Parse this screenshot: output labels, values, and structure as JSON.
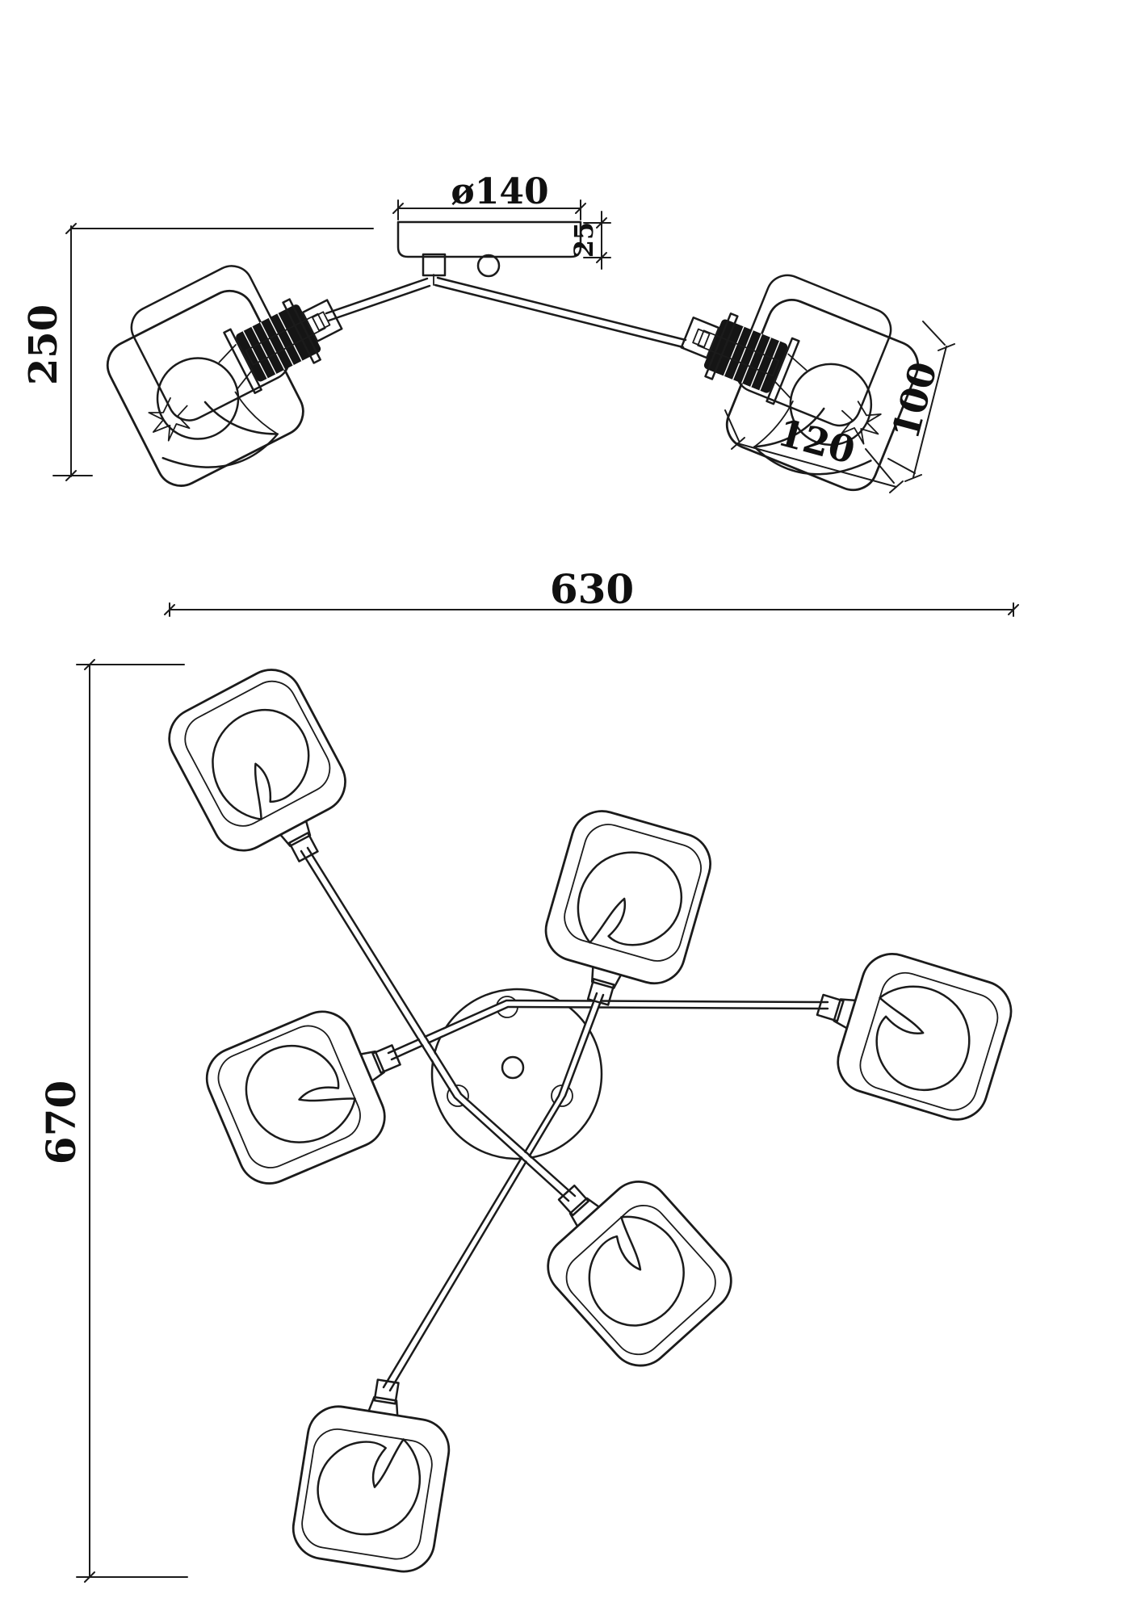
{
  "colors": {
    "background": "#ffffff",
    "line": "#1b1b1b"
  },
  "side_view": {
    "dim_canopy_diameter": "ø140",
    "dim_canopy_height": "25",
    "dim_overall_height": "250",
    "dim_shade_width": "120",
    "dim_shade_height": "100"
  },
  "plan_view": {
    "dim_overall_width": "630",
    "dim_overall_depth": "670"
  }
}
